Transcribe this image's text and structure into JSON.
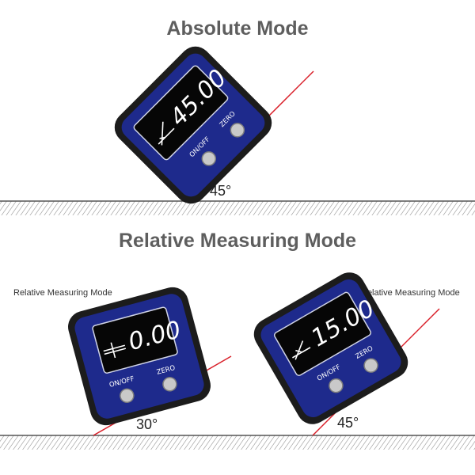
{
  "sections": {
    "absolute": {
      "title": "Absolute Mode",
      "angle_label": "45°"
    },
    "relative": {
      "title": "Relative Measuring Mode",
      "left": {
        "caption": "Relative Measuring Mode",
        "angle_label": "30°"
      },
      "right": {
        "caption": "Relative Measuring Mode",
        "angle_label": "45°"
      }
    }
  },
  "devices": {
    "top": {
      "reading": "45.00",
      "on_off_label": "ON/OFF",
      "zero_label": "ZERO"
    },
    "left": {
      "reading": "0.00",
      "on_off_label": "ON/OFF",
      "zero_label": "ZERO"
    },
    "right": {
      "reading": "15.00",
      "on_off_label": "ON/OFF",
      "zero_label": "ZERO"
    }
  },
  "colors": {
    "slope_line": "#d9202a",
    "device_body": "#1e2a8c",
    "device_frame": "#1c1c1c",
    "lcd": "#060606",
    "heading": "#5e5e5e"
  },
  "icons": [
    "tilt-icon",
    "hatched-ground"
  ]
}
